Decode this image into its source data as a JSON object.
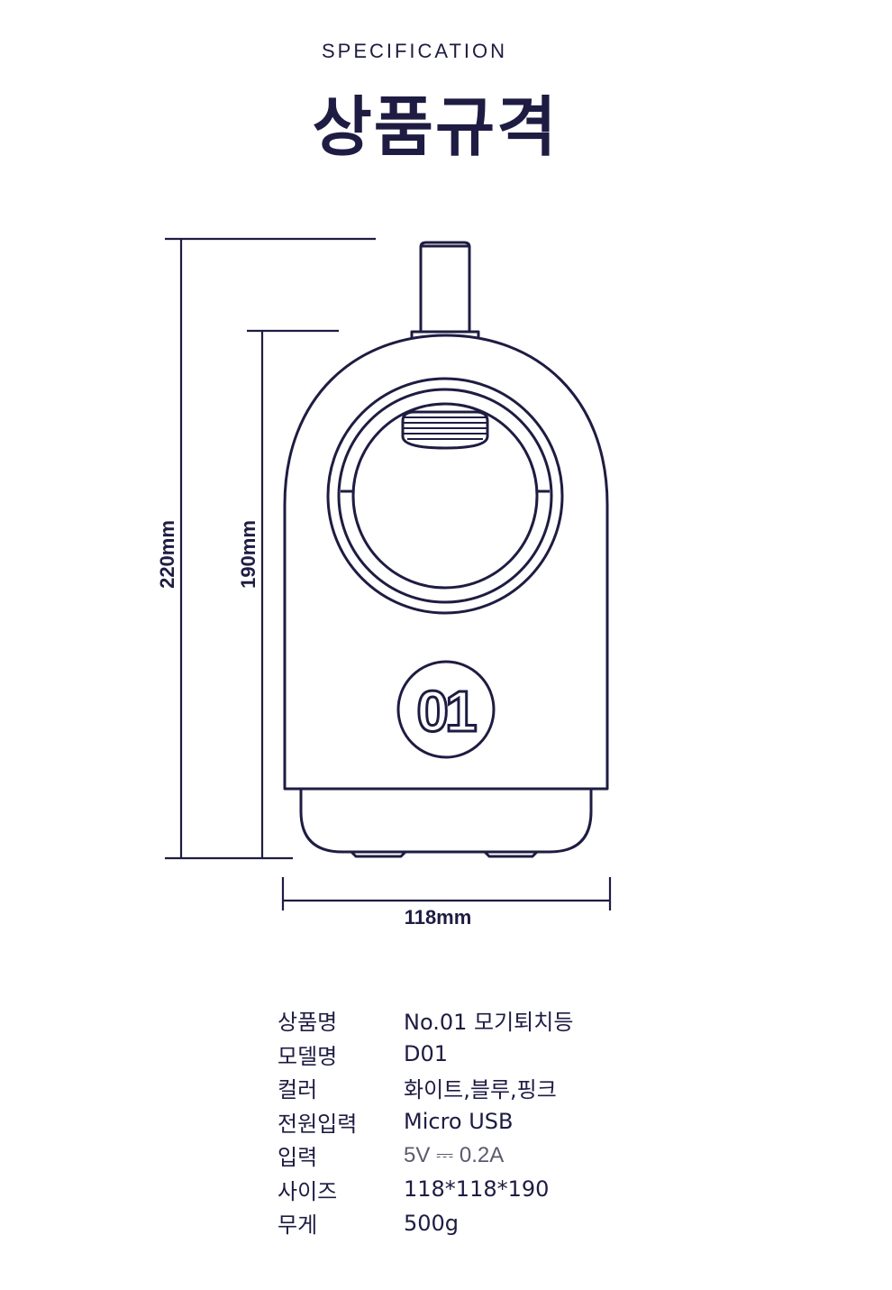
{
  "header": {
    "eyebrow": "SPECIFICATION",
    "title": "상품규격"
  },
  "drawing": {
    "height_total": "220mm",
    "height_body": "190mm",
    "width": "118mm",
    "badge": "01",
    "line_color": "#1e1c42"
  },
  "specs": [
    {
      "label": "상품명",
      "value": "No.01 모기퇴치등"
    },
    {
      "label": "모델명",
      "value": "D01"
    },
    {
      "label": "컬러",
      "value": "화이트,블루,핑크"
    },
    {
      "label": "전원입력",
      "value": "Micro USB"
    },
    {
      "label": "입력",
      "value": "5V ⎓ 0.2A"
    },
    {
      "label": "사이즈",
      "value": "118*118*190"
    },
    {
      "label": "무게",
      "value": "500g"
    }
  ]
}
